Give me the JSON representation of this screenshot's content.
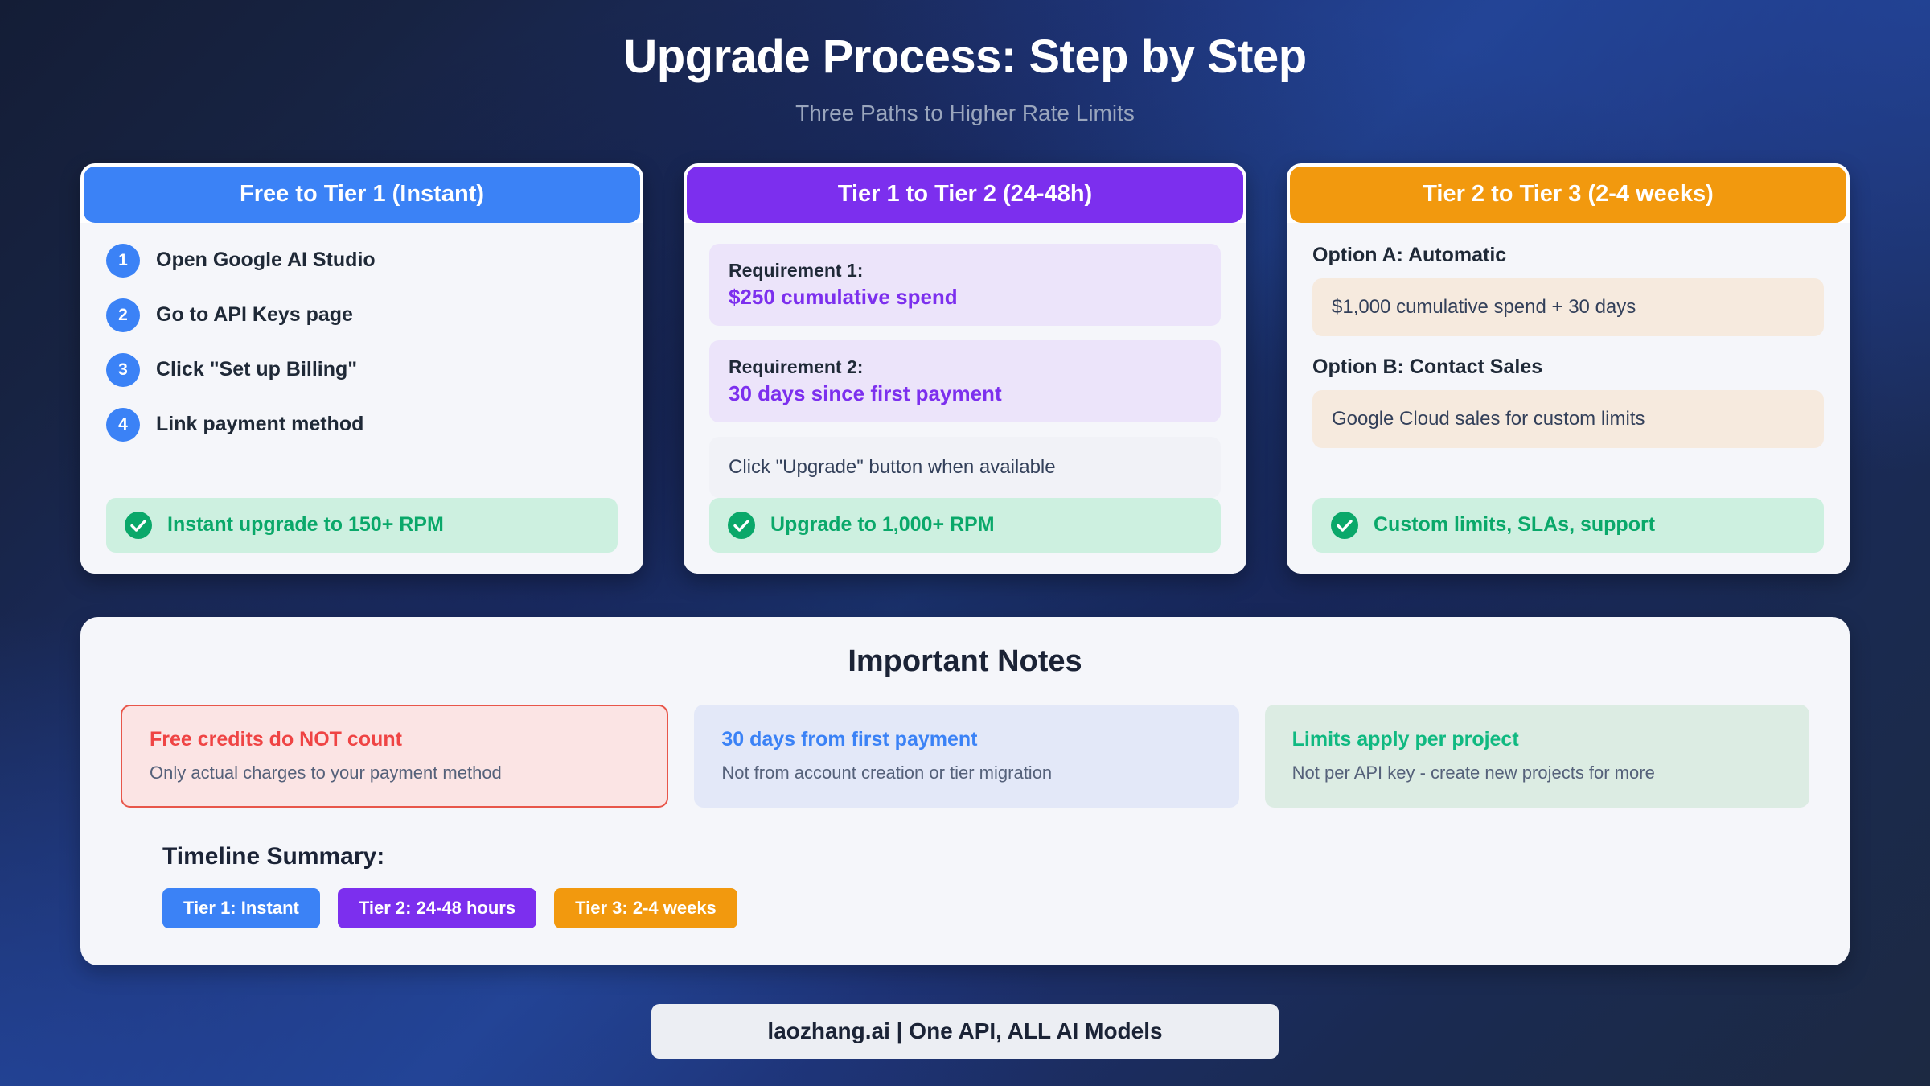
{
  "hero": {
    "title": "Upgrade Process: Step by Step",
    "subtitle": "Three Paths to Higher Rate Limits"
  },
  "colors": {
    "tier1": "#3b82f6",
    "tier2": "#7c2fee",
    "tier3": "#f2990e",
    "success": "#0aa86a",
    "warning_red": "#ef4444",
    "info_blue": "#3b82f6",
    "ok_green": "#10b981",
    "card_bg": "#f5f6fa",
    "page_bg": "#1b2a52"
  },
  "cards": [
    {
      "header": "Free to Tier 1 (Instant)",
      "steps": [
        {
          "num": "1",
          "label": "Open Google AI Studio"
        },
        {
          "num": "2",
          "label": "Go to API Keys page"
        },
        {
          "num": "3",
          "label": "Click \"Set up Billing\""
        },
        {
          "num": "4",
          "label": "Link payment method"
        }
      ],
      "success": "Instant upgrade to 150+ RPM"
    },
    {
      "header": "Tier 1 to Tier 2 (24-48h)",
      "requirements": [
        {
          "label": "Requirement 1:",
          "value": "$250 cumulative spend"
        },
        {
          "label": "Requirement 2:",
          "value": "30 days since first payment"
        }
      ],
      "note": "Click \"Upgrade\" button when available",
      "success": "Upgrade to 1,000+ RPM"
    },
    {
      "header": "Tier 2 to Tier 3 (2-4 weeks)",
      "options": [
        {
          "title": "Option A: Automatic",
          "detail": "$1,000 cumulative spend + 30 days"
        },
        {
          "title": "Option B: Contact Sales",
          "detail": "Google Cloud sales for custom limits"
        }
      ],
      "success": "Custom limits, SLAs, support"
    }
  ],
  "notes": {
    "title": "Important Notes",
    "items": [
      {
        "title": "Free credits do NOT count",
        "desc": "Only actual charges to your payment method"
      },
      {
        "title": "30 days from first payment",
        "desc": "Not from account creation or tier migration"
      },
      {
        "title": "Limits apply per project",
        "desc": "Not per API key - create new projects for more"
      }
    ],
    "timeline_title": "Timeline Summary:",
    "timeline": [
      {
        "label": "Tier 1: Instant"
      },
      {
        "label": "Tier 2: 24-48 hours"
      },
      {
        "label": "Tier 3: 2-4 weeks"
      }
    ]
  },
  "footer": {
    "brand": "laozhang.ai | One API, ALL AI Models"
  },
  "icons": {
    "check": "check-circle-icon"
  }
}
